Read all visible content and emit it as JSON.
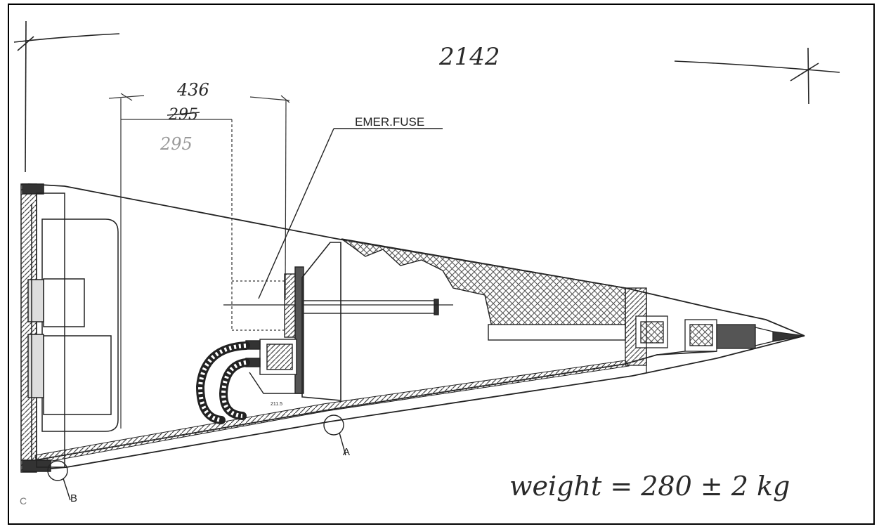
{
  "drawing": {
    "overall_length": "2142",
    "dim_upper": "436",
    "dim_lower_struck": "295",
    "dim_lower_faint": "295",
    "callout_label": "EMER.FUSE",
    "detail_a": "A",
    "detail_b": "B",
    "small_dim": "211.5",
    "margin_mark": "C",
    "weight_note": "weight = 280 ± 2 kg",
    "colors": {
      "ink": "#2a2a2a",
      "hatch": "#555555",
      "frame": "#000000"
    }
  }
}
